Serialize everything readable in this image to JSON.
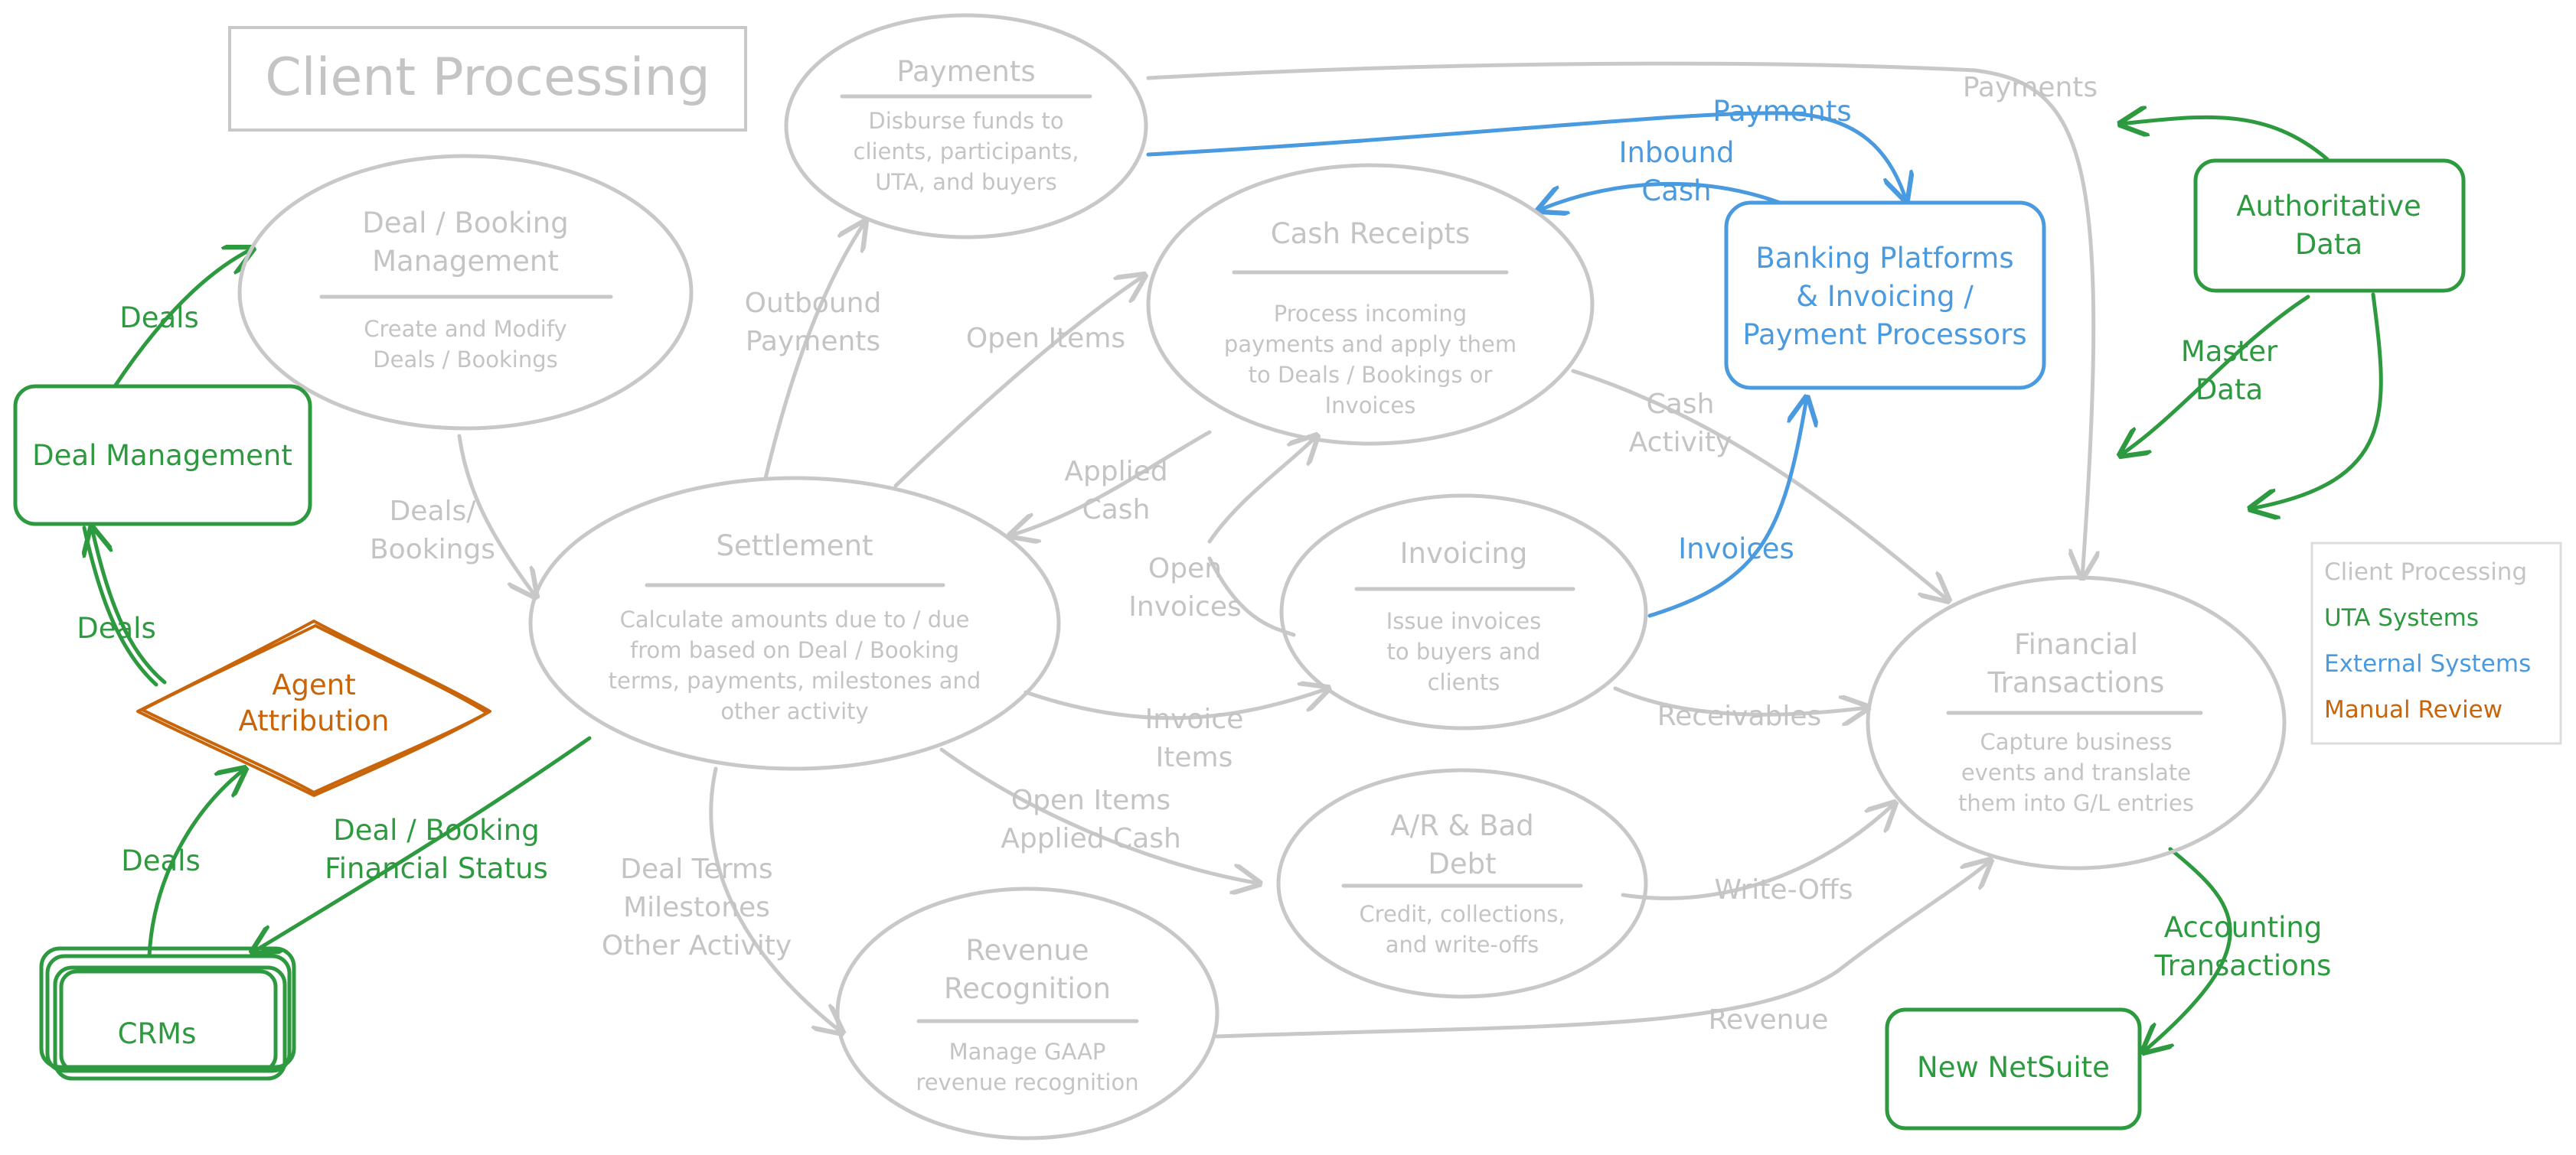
{
  "title": "Client Processing",
  "processes": {
    "payments": {
      "title": "Payments",
      "desc": [
        "Disburse funds to",
        "clients, participants,",
        "UTA, and buyers"
      ]
    },
    "deal_booking": {
      "title": [
        "Deal / Booking",
        "Management"
      ],
      "desc": [
        "Create and Modify",
        "Deals / Bookings"
      ]
    },
    "cash_receipts": {
      "title": "Cash Receipts",
      "desc": [
        "Process incoming",
        "payments and apply them",
        "to Deals / Bookings or",
        "Invoices"
      ]
    },
    "settlement": {
      "title": "Settlement",
      "desc": [
        "Calculate amounts due to / due",
        "from based on Deal / Booking",
        "terms, payments, milestones and",
        "other activity"
      ]
    },
    "invoicing": {
      "title": "Invoicing",
      "desc": [
        "Issue invoices",
        "to buyers and",
        "clients"
      ]
    },
    "financial_transactions": {
      "title": [
        "Financial",
        "Transactions"
      ],
      "desc": [
        "Capture business",
        "events and translate",
        "them into G/L entries"
      ]
    },
    "ar_bad_debt": {
      "title": [
        "A/R & Bad",
        "Debt"
      ],
      "desc": [
        "Credit, collections,",
        "and write-offs"
      ]
    },
    "revenue_recognition": {
      "title": [
        "Revenue",
        "Recognition"
      ],
      "desc": [
        "Manage GAAP",
        "revenue recognition"
      ]
    }
  },
  "systems": {
    "deal_management": "Deal Management",
    "crms": "CRMs",
    "authoritative_data": [
      "Authoritative",
      "Data"
    ],
    "new_netsuite": "New NetSuite",
    "banking": [
      "Banking  Platforms",
      "& Invoicing /",
      "Payment Processors"
    ],
    "agent_attribution": [
      "Agent",
      "Attribution"
    ]
  },
  "edge_labels": {
    "payments_top": "Payments",
    "payments_blue": "Payments",
    "inbound_cash": [
      "Inbound",
      "Cash"
    ],
    "outbound_payments": [
      "Outbound",
      "Payments"
    ],
    "open_items_top": "Open Items",
    "applied_cash": [
      "Applied",
      "Cash"
    ],
    "cash_activity": [
      "Cash",
      "Activity"
    ],
    "deals_bookings": [
      "Deals/",
      "Bookings"
    ],
    "open_invoices": [
      "Open",
      "Invoices"
    ],
    "invoices_blue": "Invoices",
    "invoice_items": [
      "Invoice",
      "Items"
    ],
    "receivables": "Receivables",
    "open_items_applied_cash": [
      "Open Items",
      "Applied Cash"
    ],
    "write_offs": "Write-Offs",
    "deal_terms": [
      "Deal Terms",
      "Milestones",
      "Other Activity"
    ],
    "revenue": "Revenue",
    "deals_top": "Deals",
    "deals_mid": "Deals",
    "deals_low": "Deals",
    "deal_booking_status": [
      "Deal / Booking",
      "Financial Status"
    ],
    "master_data": [
      "Master",
      "Data"
    ],
    "accounting_transactions": [
      "Accounting",
      "Transactions"
    ]
  },
  "legend": [
    {
      "label": "Client Processing",
      "color": "#c4c4c4"
    },
    {
      "label": "UTA Systems",
      "color": "#2e9a40"
    },
    {
      "label": "External Systems",
      "color": "#4a9ae0"
    },
    {
      "label": "Manual Review",
      "color": "#c8650a"
    }
  ],
  "colors": {
    "process": "#c8c8c8",
    "uta": "#2e9a40",
    "external": "#4a9ae0",
    "manual": "#c8650a"
  }
}
